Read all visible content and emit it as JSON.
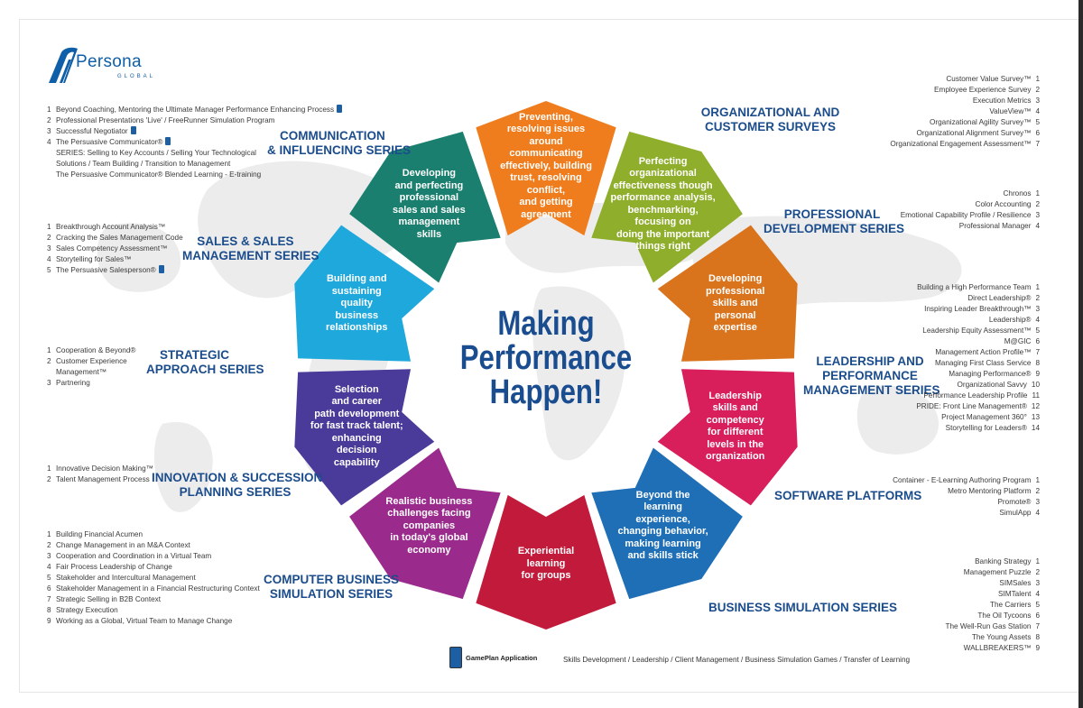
{
  "brand": {
    "name": "Persona",
    "tagline": "GLOBAL"
  },
  "center_title": [
    "Making",
    "Performance",
    "Happen!"
  ],
  "colors": {
    "title_blue": "#1b4c8c",
    "segments": [
      "#f07d1d",
      "#8fae2c",
      "#d9731c",
      "#d81e5b",
      "#1f6fb7",
      "#c21a3a",
      "#9a2a8c",
      "#4a3a99",
      "#1fa8dc",
      "#1a7f6e"
    ]
  },
  "segments": [
    {
      "id": "communicating",
      "text": [
        "Preventing,",
        "resolving issues",
        "around communicating",
        "effectively, building",
        "trust, resolving conflict,",
        "and getting",
        "agreement"
      ]
    },
    {
      "id": "perfecting",
      "text": [
        "Perfecting",
        "organizational",
        "effectiveness though",
        "performance analysis,",
        "benchmarking,",
        "focusing on",
        "doing the important",
        "things right"
      ]
    },
    {
      "id": "professional",
      "text": [
        "Developing",
        "professional",
        "skills and",
        "personal",
        "expertise"
      ]
    },
    {
      "id": "leadership",
      "text": [
        "Leadership",
        "skills and",
        "competency",
        "for different",
        "levels in the",
        "organization"
      ]
    },
    {
      "id": "learning",
      "text": [
        "Beyond the",
        "learning",
        "experience,",
        "changing behavior,",
        "making learning",
        "and skills stick"
      ]
    },
    {
      "id": "experiential",
      "text": [
        "Experiential",
        "learning",
        "for groups"
      ]
    },
    {
      "id": "realistic",
      "text": [
        "Realistic business",
        "challenges facing",
        "companies",
        "in today's global",
        "economy"
      ]
    },
    {
      "id": "selection",
      "text": [
        "Selection",
        "and career",
        "path development",
        "for fast track talent;",
        "enhancing",
        "decision",
        "capability"
      ]
    },
    {
      "id": "building",
      "text": [
        "Building and",
        "sustaining",
        "quality",
        "business",
        "relationships"
      ]
    },
    {
      "id": "sales",
      "text": [
        "Developing",
        "and perfecting",
        "professional",
        "sales and sales",
        "management",
        "skills"
      ]
    }
  ],
  "series": {
    "communication": {
      "title": [
        "COMMUNICATION",
        "& INFLUENCING SERIES"
      ],
      "items": [
        {
          "n": "1",
          "t": "Beyond Coaching, Mentoring the Ultimate Manager Performance Enhancing Process",
          "app": true
        },
        {
          "n": "2",
          "t": "Professional Presentations 'Live' / FreeRunner Simulation Program",
          "app": false
        },
        {
          "n": "3",
          "t": "Successful Negotiator",
          "app": true
        },
        {
          "n": "4",
          "t": "The Persuasive Communicator®",
          "app": true
        }
      ],
      "subs": [
        "SERIES:  Selling to Key Accounts / Selling Your Technological",
        "Solutions / Team  Building / Transition to Management",
        "The Persuasive Communicator® Blended Learning - E-training"
      ]
    },
    "sales": {
      "title": [
        "SALES & SALES",
        "MANAGEMENT SERIES"
      ],
      "items": [
        {
          "n": "1",
          "t": "Breakthrough Account Analysis™",
          "app": false
        },
        {
          "n": "2",
          "t": "Cracking the Sales Management Code",
          "app": false
        },
        {
          "n": "3",
          "t": "Sales Competency Assessment™",
          "app": false
        },
        {
          "n": "4",
          "t": "Storytelling for Sales™",
          "app": false
        },
        {
          "n": "5",
          "t": "The Persuasive Salesperson®",
          "app": true
        }
      ]
    },
    "strategic": {
      "title": [
        "STRATEGIC",
        "APPROACH SERIES"
      ],
      "items": [
        {
          "n": "1",
          "t": "Cooperation & Beyond®"
        },
        {
          "n": "2",
          "t": "Customer Experience",
          "t2": "Management™"
        },
        {
          "n": "3",
          "t": "Partnering"
        }
      ]
    },
    "innovation": {
      "title": [
        "INNOVATION & SUCCESSION",
        "PLANNING SERIES"
      ],
      "items": [
        {
          "n": "1",
          "t": "Innovative Decision Making™"
        },
        {
          "n": "2",
          "t": "Talent Management Process"
        }
      ]
    },
    "computer": {
      "title": [
        "COMPUTER BUSINESS",
        "SIMULATION SERIES"
      ],
      "items": [
        {
          "n": "1",
          "t": "Building Financial Acumen"
        },
        {
          "n": "2",
          "t": "Change Management in an M&A Context"
        },
        {
          "n": "3",
          "t": "Cooperation and Coordination in a Virtual Team"
        },
        {
          "n": "4",
          "t": "Fair Process Leadership of Change"
        },
        {
          "n": "5",
          "t": "Stakeholder and Intercultural Management"
        },
        {
          "n": "6",
          "t": "Stakeholder Management in a Financial Restructuring Context"
        },
        {
          "n": "7",
          "t": "Strategic Selling in B2B Context"
        },
        {
          "n": "8",
          "t": "Strategy Execution"
        },
        {
          "n": "9",
          "t": "Working as a Global, Virtual Team to Manage Change"
        }
      ]
    },
    "surveys": {
      "title": [
        "ORGANIZATIONAL AND",
        "CUSTOMER SURVEYS"
      ],
      "items": [
        {
          "n": "1",
          "t": "Customer Value Survey™"
        },
        {
          "n": "2",
          "t": "Employee Experience Survey"
        },
        {
          "n": "3",
          "t": "Execution Metrics"
        },
        {
          "n": "4",
          "t": "ValueView™"
        },
        {
          "n": "5",
          "t": "Organizational Agility Survey™"
        },
        {
          "n": "6",
          "t": "Organizational Alignment Survey™"
        },
        {
          "n": "7",
          "t": "Organizational Engagement Assessment™"
        }
      ]
    },
    "professional": {
      "title": [
        "PROFESSIONAL",
        "DEVELOPMENT SERIES"
      ],
      "items": [
        {
          "n": "1",
          "t": "Chronos"
        },
        {
          "n": "2",
          "t": "Color Accounting"
        },
        {
          "n": "3",
          "t": "Emotional Capability Profile / Resilience"
        },
        {
          "n": "4",
          "t": "Professional Manager"
        }
      ]
    },
    "leadership": {
      "title": [
        "LEADERSHIP AND",
        "PERFORMANCE",
        "MANAGEMENT SERIES"
      ],
      "items": [
        {
          "n": "1",
          "t": "Building a High Performance Team"
        },
        {
          "n": "2",
          "t": "Direct Leadership®"
        },
        {
          "n": "3",
          "t": "Inspiring Leader Breakthrough™"
        },
        {
          "n": "4",
          "t": "Leadership®"
        },
        {
          "n": "5",
          "t": "Leadership Equity Assessment™"
        },
        {
          "n": "6",
          "t": "M@GIC"
        },
        {
          "n": "7",
          "t": "Management Action Profile™"
        },
        {
          "n": "8",
          "t": "Managing First Class Service"
        },
        {
          "n": "9",
          "t": "Managing Performance®"
        },
        {
          "n": "10",
          "t": "Organizational Savvy"
        },
        {
          "n": "11",
          "t": "Performance Leadership Profile"
        },
        {
          "n": "12",
          "t": "PRIDE: Front Line Management®"
        },
        {
          "n": "13",
          "t": "Project Management 360°"
        },
        {
          "n": "14",
          "t": "Storytelling for Leaders®"
        }
      ]
    },
    "software": {
      "title": [
        "SOFTWARE PLATFORMS"
      ],
      "items": [
        {
          "n": "1",
          "t": "Container - E-Learning Authoring  Program"
        },
        {
          "n": "2",
          "t": "Metro Mentoring Platform"
        },
        {
          "n": "3",
          "t": "Promote®"
        },
        {
          "n": "4",
          "t": "SimulApp"
        }
      ]
    },
    "business": {
      "title": [
        "BUSINESS SIMULATION SERIES"
      ],
      "items": [
        {
          "n": "1",
          "t": "Banking Strategy"
        },
        {
          "n": "2",
          "t": "Management Puzzle"
        },
        {
          "n": "3",
          "t": "SIMSales"
        },
        {
          "n": "4",
          "t": "SIMTalent"
        },
        {
          "n": "5",
          "t": "The Carriers"
        },
        {
          "n": "6",
          "t": "The Oil Tycoons"
        },
        {
          "n": "7",
          "t": "The Well-Run Gas Station"
        },
        {
          "n": "8",
          "t": "The Young Assets"
        },
        {
          "n": "9",
          "t": "WALLBREAKERS™"
        }
      ]
    }
  },
  "gameplan_label": "GamePlan Application",
  "footer": "Skills Development / Leadership / Client Management / Business Simulation Games / Transfer of Learning"
}
